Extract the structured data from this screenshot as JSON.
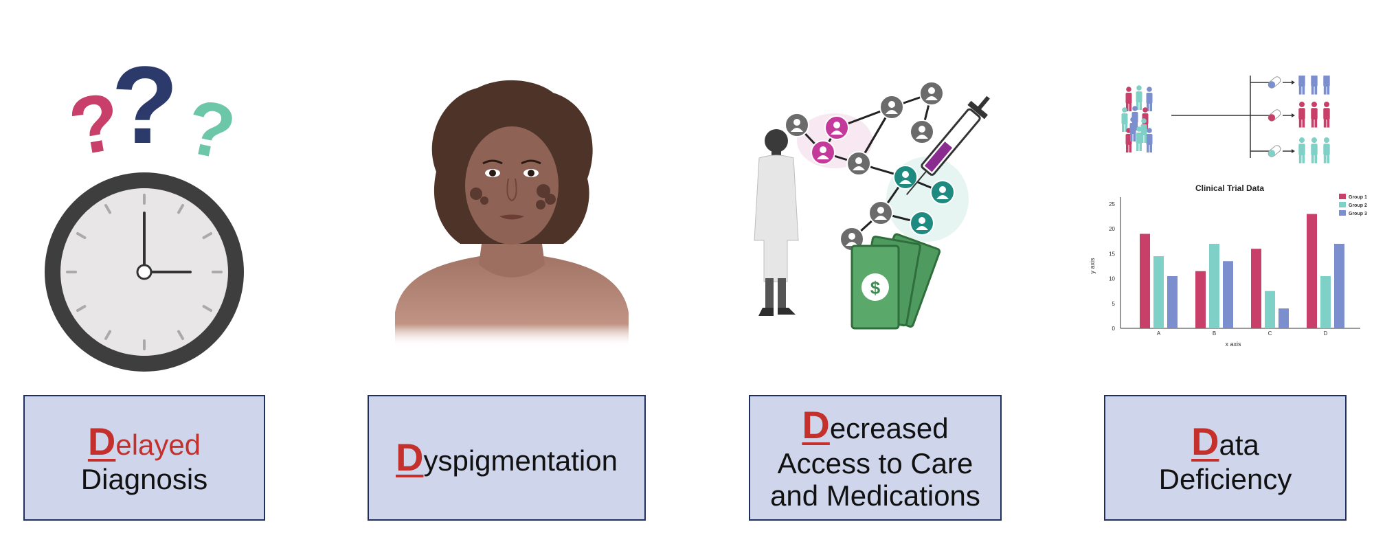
{
  "colors": {
    "box_fill": "#cfd5ea",
    "box_border": "#1f2f5e",
    "accent_red": "#c4302b",
    "pink": "#c8406a",
    "navy": "#2b3a6b",
    "teal": "#6cc6a8",
    "group1": "#c8406a",
    "group2": "#7fd0c6",
    "group3": "#7b8fcf"
  },
  "boxes": [
    {
      "lines": [
        {
          "cap": "D",
          "rest": "elayed",
          "rest_red": true
        },
        {
          "text": "Diagnosis"
        }
      ]
    },
    {
      "lines": [
        {
          "cap": "D",
          "rest": "yspigmentation"
        }
      ]
    },
    {
      "lines": [
        {
          "cap": "D",
          "rest": "ecreased"
        },
        {
          "text": "Access to Care"
        },
        {
          "text": "and Medications"
        }
      ]
    },
    {
      "lines": [
        {
          "cap": "D",
          "rest": "ata"
        },
        {
          "text": "Deficiency"
        }
      ]
    }
  ],
  "icons": {
    "panel1": [
      "question-mark-icon",
      "clock-icon"
    ],
    "panel2": [
      "woman-dyspigmentation-icon"
    ],
    "panel3": [
      "doctor-icon",
      "network-icon",
      "syringe-icon",
      "money-icon"
    ],
    "panel4": [
      "people-group-icon",
      "pill-icon"
    ]
  },
  "chart_data": {
    "type": "bar",
    "title": "Clinical Trial Data",
    "xlabel": "x axis",
    "ylabel": "y axis",
    "categories": [
      "A",
      "B",
      "C",
      "D"
    ],
    "ylim": [
      0,
      25
    ],
    "yticks": [
      0,
      5,
      10,
      15,
      20,
      25
    ],
    "legend_position": "top-right",
    "series": [
      {
        "name": "Group 1",
        "color": "#c8406a",
        "values": [
          19,
          11.5,
          16,
          23
        ]
      },
      {
        "name": "Group 2",
        "color": "#7fd0c6",
        "values": [
          14.5,
          17,
          7.5,
          10.5
        ]
      },
      {
        "name": "Group 3",
        "color": "#7b8fcf",
        "values": [
          10.5,
          13.5,
          4,
          17
        ]
      }
    ]
  }
}
